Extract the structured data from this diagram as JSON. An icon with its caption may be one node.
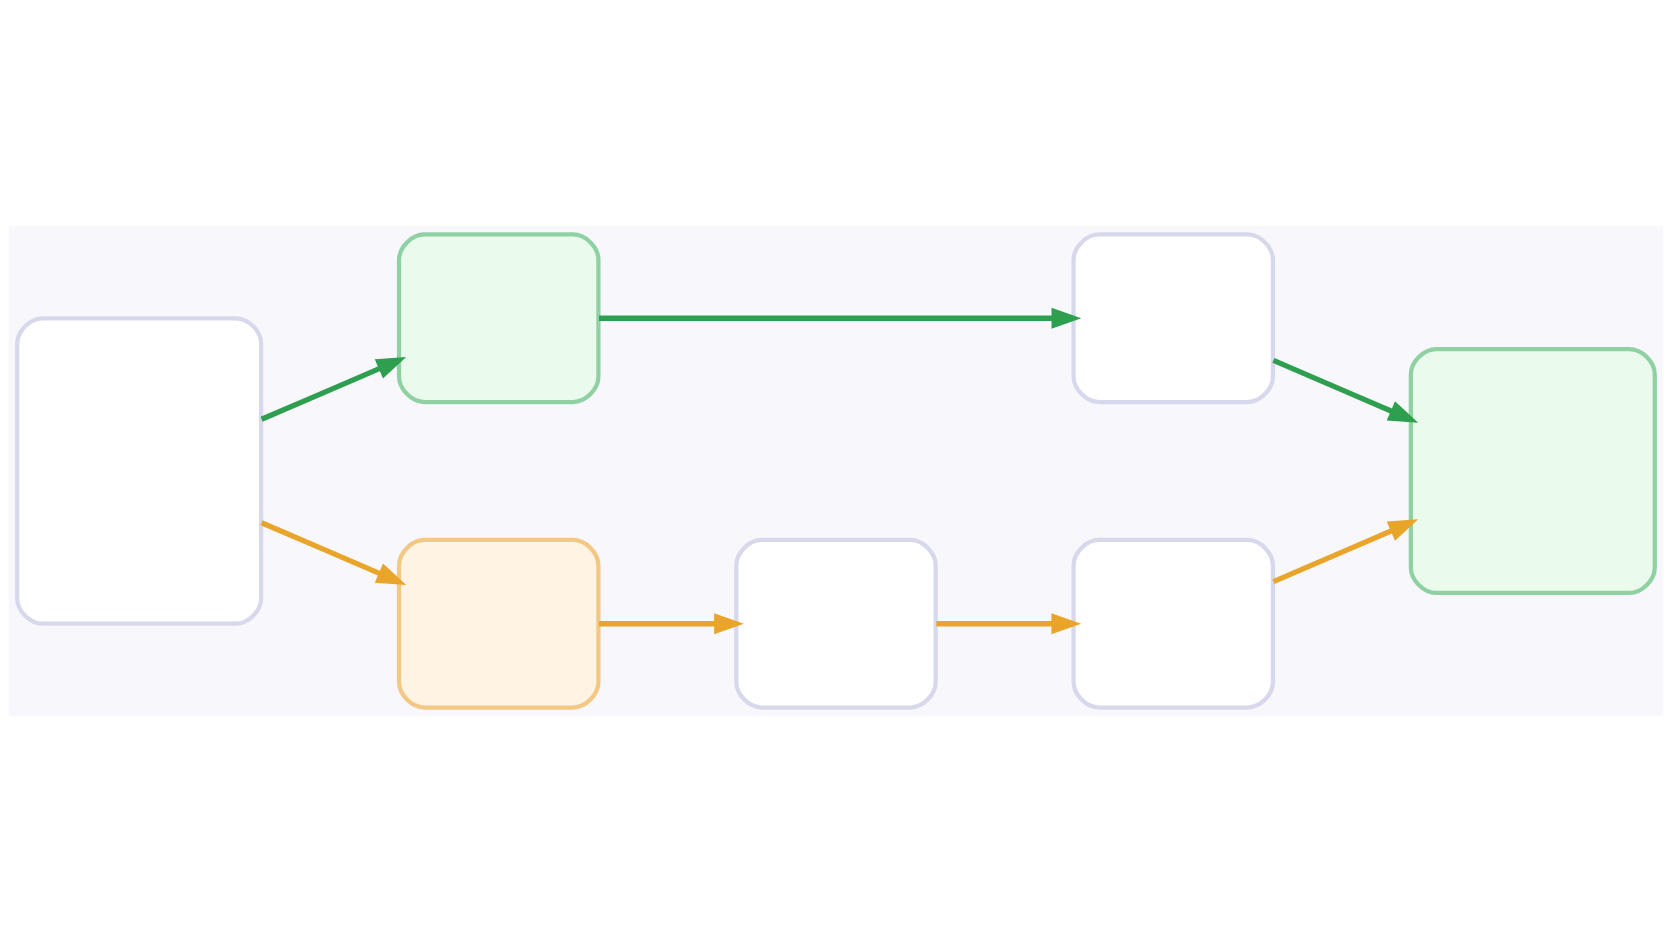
{
  "diagram": {
    "nodes": [
      {
        "text": [],
        "shape": "box"
      },
      {
        "text": [],
        "shape": "box"
      },
      {
        "text": [],
        "shape": "box"
      },
      {
        "text": [],
        "shape": "box"
      },
      {
        "text": [],
        "shape": "box"
      },
      {
        "text": [],
        "shape": "box"
      },
      {
        "text": [],
        "shape": "box"
      }
    ],
    "edges": [
      {
        "from": 0,
        "to": 1,
        "arrow": "to",
        "color": "#2e9e4f"
      },
      {
        "from": 0,
        "to": 3,
        "arrow": "to"
      },
      {
        "from": 1,
        "to": 2,
        "arrow": "to",
        "color": "#2e9e4f"
      },
      {
        "from": 2,
        "to": 6,
        "arrow": "to",
        "color": "#2e9e4f"
      },
      {
        "from": 3,
        "to": 4,
        "arrow": "to"
      },
      {
        "from": 4,
        "to": 5,
        "arrow": "to"
      },
      {
        "from": 5,
        "to": 6,
        "arrow": "to"
      }
    ]
  }
}
